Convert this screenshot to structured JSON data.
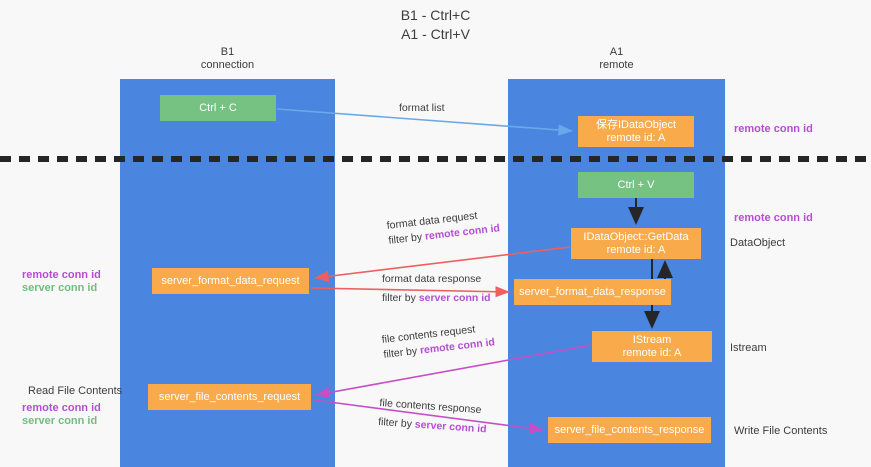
{
  "title": {
    "line1": "B1 - Ctrl+C",
    "line2": "A1 - Ctrl+V"
  },
  "lanes": [
    {
      "id": "b1",
      "name": "B1",
      "sub": "connection",
      "color": "#4a86e0"
    },
    {
      "id": "a1",
      "name": "A1",
      "sub": "remote",
      "color": "#4a86e0"
    }
  ],
  "colors": {
    "lane": "#4a86e0",
    "green_box": "#76c283",
    "orange_box": "#f9ab4b",
    "purple_text": "#b44fd0",
    "green_text": "#71bd7f",
    "arrow_blue": "#6aa9e9",
    "arrow_red": "#ef5f5f",
    "arrow_magenta": "#c64fc6",
    "arrow_black": "#262626",
    "background": "#f8f8f8"
  },
  "boxes": {
    "ctrl_c": {
      "line1": "Ctrl + C"
    },
    "idataobject": {
      "line1": "保存IDataObject",
      "line2": "remote id: A"
    },
    "ctrl_v": {
      "line1": "Ctrl + V"
    },
    "getdata": {
      "line1": "IDataObject::GetData",
      "line2": "remote id: A"
    },
    "server_format_data_request": {
      "line1": "server_format_data_request"
    },
    "server_format_data_response": {
      "line1": "server_format_data_response"
    },
    "istream": {
      "line1": "IStream",
      "line2": "remote id: A"
    },
    "server_file_contents_request": {
      "line1": "server_file_contents_request"
    },
    "server_file_contents_response": {
      "line1": "server_file_contents_response"
    }
  },
  "edge_labels": {
    "format_list": {
      "text": "format list"
    },
    "format_data_request": {
      "line1": "format data request",
      "filter_prefix": "filter by ",
      "filter_key": "remote conn id"
    },
    "format_data_response": {
      "line1": "format data response",
      "filter_prefix": "filter by ",
      "filter_key": "server conn id"
    },
    "file_contents_request": {
      "line1": "file contents request",
      "filter_prefix": "filter by ",
      "filter_key": "remote conn id"
    },
    "file_contents_response": {
      "line1": "file contents response",
      "filter_prefix": "filter by ",
      "filter_key": "server conn id"
    }
  },
  "side_labels": {
    "right_remote_top": "remote conn id",
    "right_remote_mid": "remote conn id",
    "right_dataobject": "DataObject",
    "right_istream": "Istream",
    "right_write": "Write File Contents",
    "left_remote_1": "remote conn id",
    "left_server_1": "server conn id",
    "left_read": "Read File Contents",
    "left_remote_2": "remote conn id",
    "left_server_2": "server conn id"
  }
}
